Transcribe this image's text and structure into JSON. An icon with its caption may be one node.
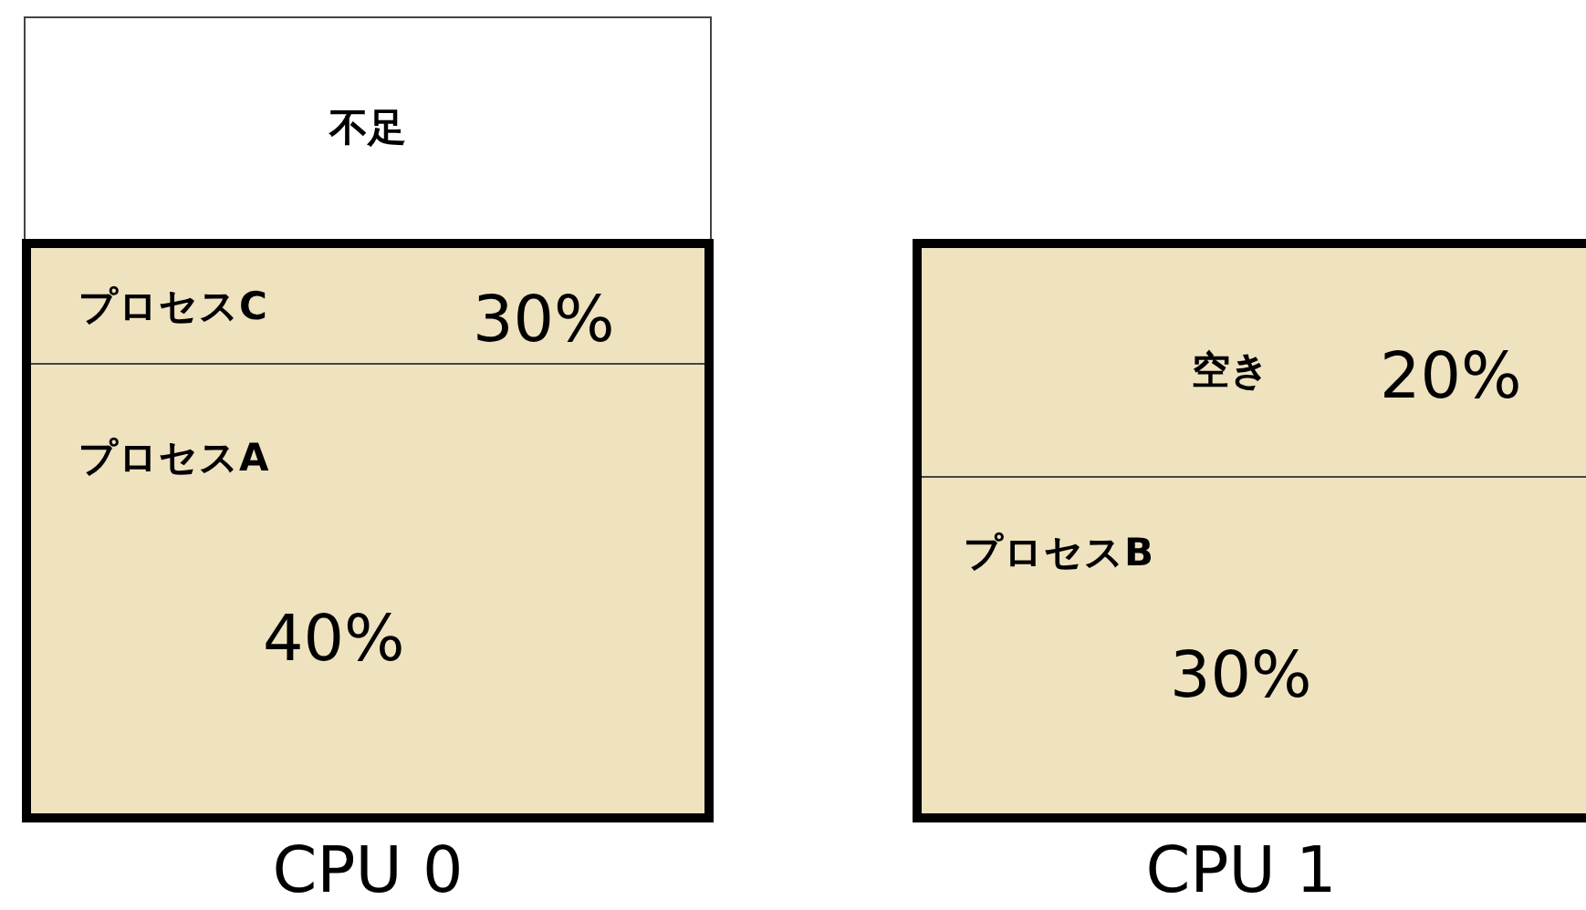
{
  "diagram": {
    "nodes": [
      {
        "text": [
          "不足"
        ]
      },
      {
        "text": [
          "CPU 0"
        ]
      },
      {
        "text": [
          "プロセスC",
          "30%"
        ],
        "in": 1
      },
      {
        "text": [
          "プロセスA",
          "40%"
        ],
        "in": 1
      },
      {
        "text": [
          "CPU 1"
        ]
      },
      {
        "text": [
          "空き",
          "20%"
        ],
        "in": 4
      },
      {
        "text": [
          "プロセスB",
          "30%"
        ],
        "in": 4
      }
    ]
  }
}
